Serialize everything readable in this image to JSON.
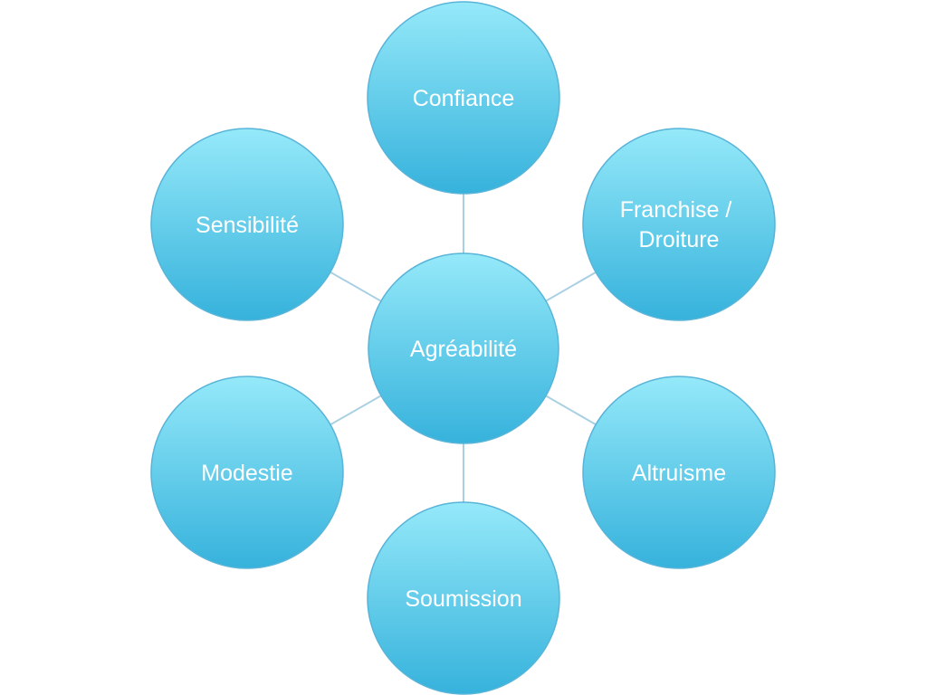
{
  "diagram": {
    "center": {
      "label": "Agréabilité"
    },
    "nodes": {
      "confiance": {
        "label": "Confiance"
      },
      "franchise": {
        "lines": [
          "Franchise /",
          "Droiture"
        ]
      },
      "altruisme": {
        "label": "Altruisme"
      },
      "soumission": {
        "label": "Soumission"
      },
      "modestie": {
        "label": "Modestie"
      },
      "sensibilite": {
        "label": "Sensibilité"
      }
    }
  },
  "colors": {
    "background": "#ffffff",
    "fill_top": "#95e9f9",
    "fill_bottom": "#36b2dc",
    "connector": "#a9d0e2",
    "text": "#ffffff"
  }
}
